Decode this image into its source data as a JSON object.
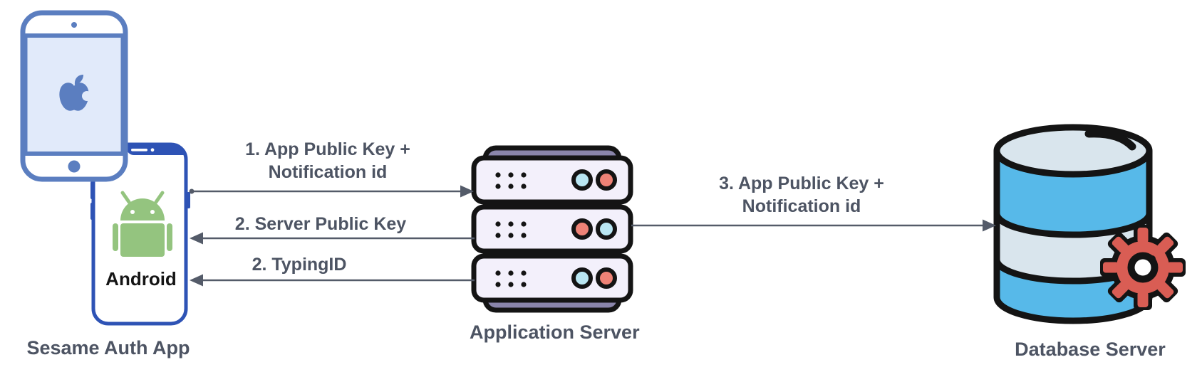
{
  "nodes": {
    "client": {
      "label": "Sesame Auth App",
      "phone_os_label": "Android"
    },
    "app_server": {
      "label": "Application Server"
    },
    "db_server": {
      "label": "Database Server"
    }
  },
  "arrows": [
    {
      "line1": "1. App Public Key +",
      "line2": "Notification id",
      "direction": "right",
      "from": "Sesame Auth App",
      "to": "Application Server"
    },
    {
      "label": "2. Server Public Key",
      "direction": "left",
      "from": "Application Server",
      "to": "Sesame Auth App"
    },
    {
      "label": "2. TypingID",
      "direction": "left",
      "from": "Application Server",
      "to": "Sesame Auth App"
    },
    {
      "line1": "3. App Public Key +",
      "line2": "Notification id",
      "direction": "right",
      "from": "Application Server",
      "to": "Database Server"
    }
  ],
  "colors": {
    "text": "#4d5463",
    "arrow": "#545b69",
    "iphone_blue": "#5b7ec0",
    "iphone_screen": "#e1eafa",
    "android_blue": "#2e53b5",
    "android_green": "#94c47f",
    "server_fill": "#f3f0fb",
    "server_band": "#8a85ab",
    "led_blue": "#b9e6f2",
    "led_red": "#ee8276",
    "db_blue": "#57b9e9",
    "db_light": "#d9e5ed",
    "gear_red": "#d95d54",
    "outline_black": "#141414"
  }
}
